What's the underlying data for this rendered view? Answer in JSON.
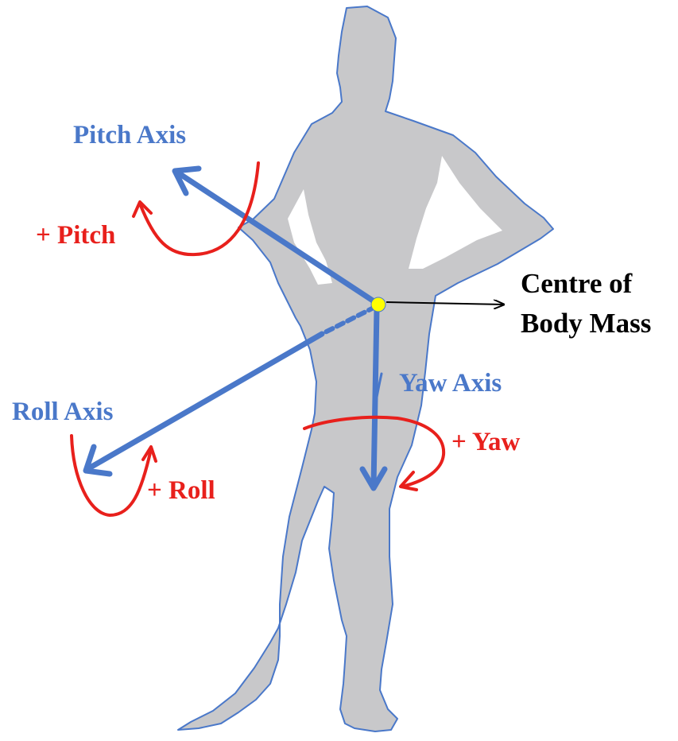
{
  "labels": {
    "pitch_axis": "Pitch Axis",
    "pitch_rotation": "+ Pitch",
    "roll_axis": "Roll Axis",
    "roll_rotation": "+ Roll",
    "yaw_axis": "Yaw Axis",
    "yaw_rotation": "+ Yaw",
    "com_line1": "Centre of",
    "com_line2": "Body Mass"
  },
  "colors": {
    "axis": "#4a78c9",
    "rotation": "#e8201c",
    "body_fill": "#c8c8ca",
    "body_outline": "#4a78c9",
    "com_marker": "#ffff00",
    "pointer": "#000000"
  }
}
